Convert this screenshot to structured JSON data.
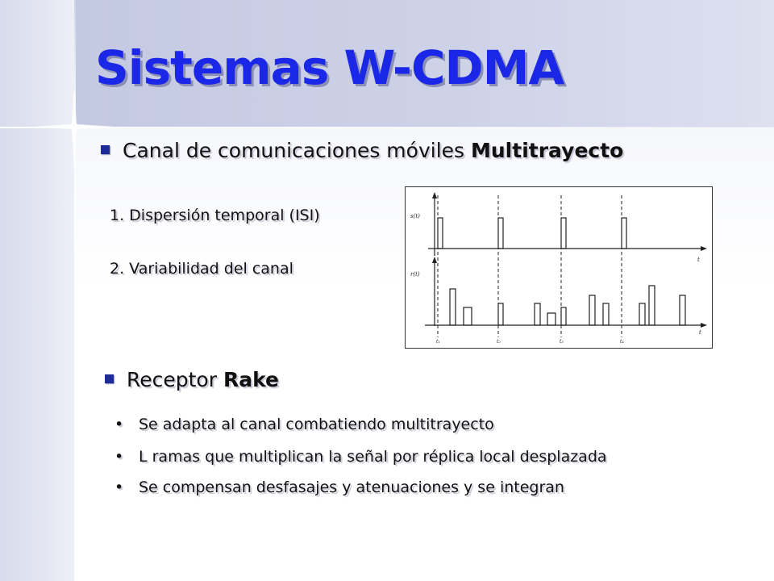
{
  "slide": {
    "title": "Sistemas W-CDMA",
    "bullet1": {
      "text": "Canal de comunicaciones móviles ",
      "bold": "Multitrayecto"
    },
    "numbered": [
      "1.  Dispersión temporal (ISI)",
      "2.  Variabilidad del canal"
    ],
    "bullet2": {
      "text": "Receptor ",
      "bold": "Rake"
    },
    "sub_bullets": [
      "Se adapta al canal combatiendo multitrayecto",
      "L ramas que multiplican la señal por réplica local desplazada",
      "Se compensan desfasajes y atenuaciones y se integran"
    ],
    "figure": {
      "top_label": "s(t)",
      "bottom_label": "r(t)",
      "axis_label": "t",
      "markers": [
        "t₁",
        "t₂",
        "t₃",
        "t₄"
      ]
    }
  },
  "colors": {
    "title": "#1a27e6",
    "bullet": "#1c2a9a",
    "title_band": "#c4c9e2"
  }
}
